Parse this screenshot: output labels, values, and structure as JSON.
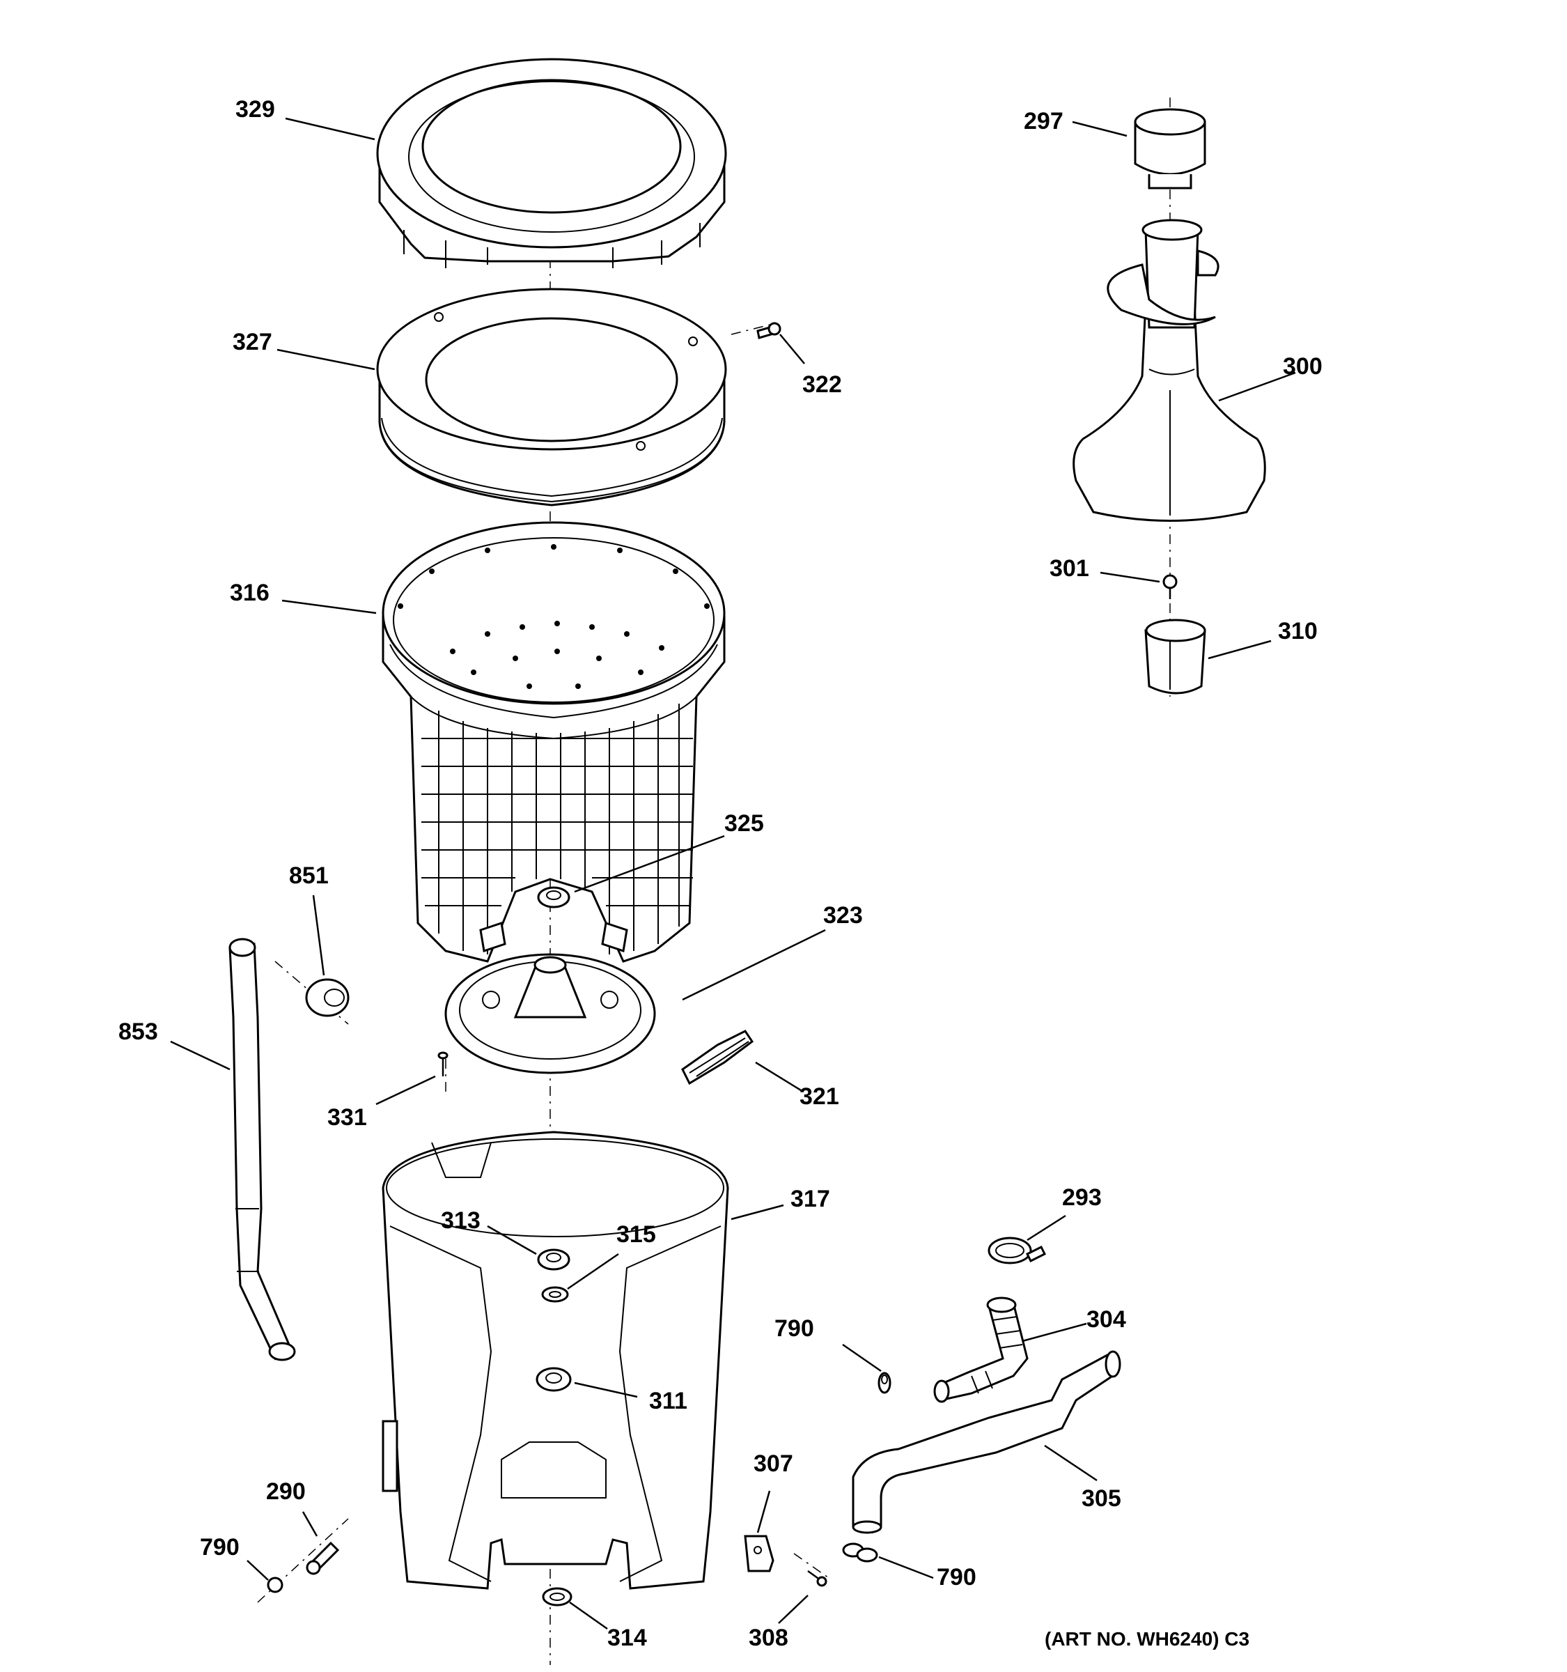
{
  "labels": {
    "l329": "329",
    "l327": "327",
    "l322": "322",
    "l316": "316",
    "l325": "325",
    "l851": "851",
    "l323": "323",
    "l853": "853",
    "l331": "331",
    "l321": "321",
    "l317": "317",
    "l313": "313",
    "l315": "315",
    "l311": "311",
    "l290": "290",
    "l790a": "790",
    "l314": "314",
    "l297": "297",
    "l300": "300",
    "l301": "301",
    "l310": "310",
    "l293": "293",
    "l304": "304",
    "l790b": "790",
    "l305": "305",
    "l307": "307",
    "l308": "308",
    "l790c": "790"
  },
  "art_number": "(ART NO. WH6240) C3"
}
